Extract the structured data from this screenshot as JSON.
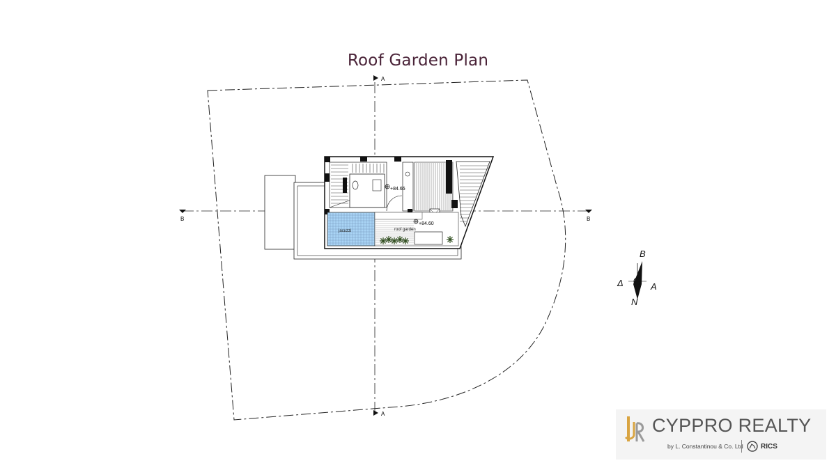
{
  "title": "Roof Garden Plan",
  "section_markers": {
    "a": "A",
    "b": "B"
  },
  "levels": {
    "upper": "+84.65",
    "lower": "+84.60"
  },
  "rooms": {
    "jacuzzi": "jacuzzi",
    "roof_garden": "roof garden"
  },
  "compass": {
    "north": "B",
    "south": "N",
    "east": "A",
    "west": "Δ"
  },
  "logo": {
    "name": "CYPPRO REALTY",
    "subtitle": "by L. Constantinou & Co. Ltd",
    "affiliation": "RICS"
  },
  "colors": {
    "title": "#4a2338",
    "jacuzzi_fill": "#a9d4f5",
    "plant": "#2f4d1e",
    "logo_accent": "#d9a441",
    "logo_text": "#555555"
  }
}
